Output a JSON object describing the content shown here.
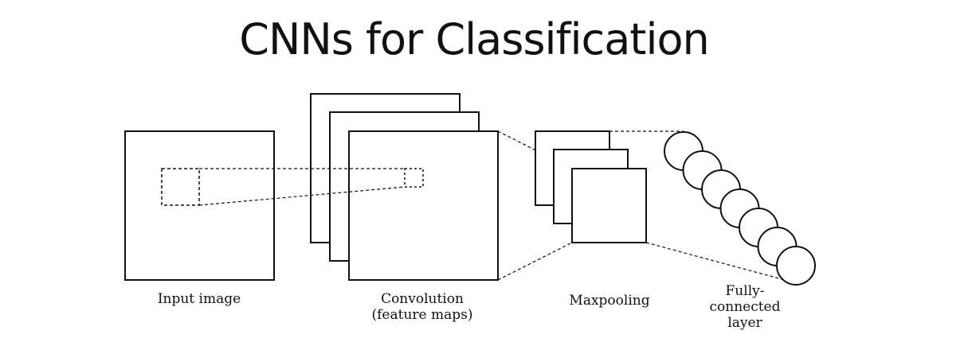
{
  "title": "CNNs for Classification",
  "watermark": "",
  "labels": {
    "input": "Input image",
    "conv_line1": "Convolution",
    "conv_line2": "(feature maps)",
    "pool": "Maxpooling",
    "fc_line1": "Fully-",
    "fc_line2": "connected",
    "fc_line3": "layer"
  },
  "fc_nodes": 7,
  "colors": {
    "stroke": "#111111",
    "background": "#ffffff"
  }
}
